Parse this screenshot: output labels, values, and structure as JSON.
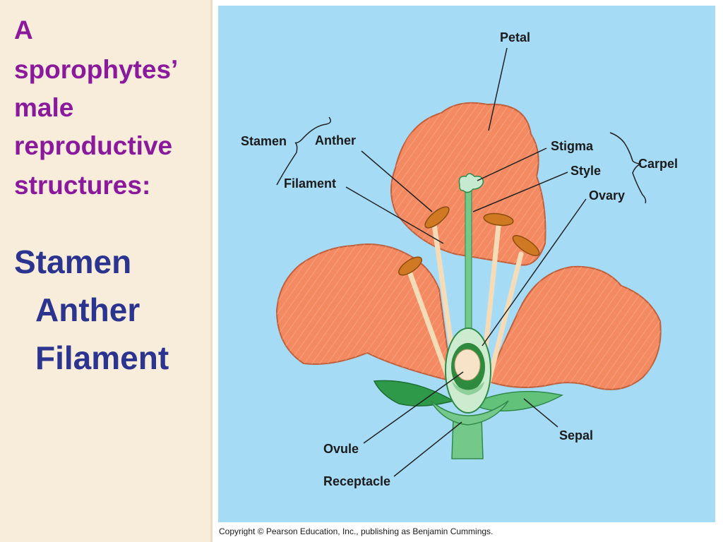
{
  "slide": {
    "heading_lines": [
      "A",
      "sporophytes’",
      "male",
      "reproductive",
      "structures:"
    ],
    "terms": [
      "Stamen",
      "Anther",
      "Filament"
    ]
  },
  "diagram": {
    "labels": {
      "petal": "Petal",
      "stamen": "Stamen",
      "anther": "Anther",
      "filament": "Filament",
      "stigma": "Stigma",
      "style": "Style",
      "ovary": "Ovary",
      "carpel": "Carpel",
      "ovule": "Ovule",
      "receptacle": "Receptacle",
      "sepal": "Sepal"
    },
    "colors": {
      "background": "#a6dbf6",
      "petal": "#f48a62",
      "stem": "#74c98a",
      "anther": "#cf7a22"
    }
  },
  "footer": {
    "copyright": "Copyright © Pearson Education, Inc., publishing as Benjamin Cummings."
  }
}
